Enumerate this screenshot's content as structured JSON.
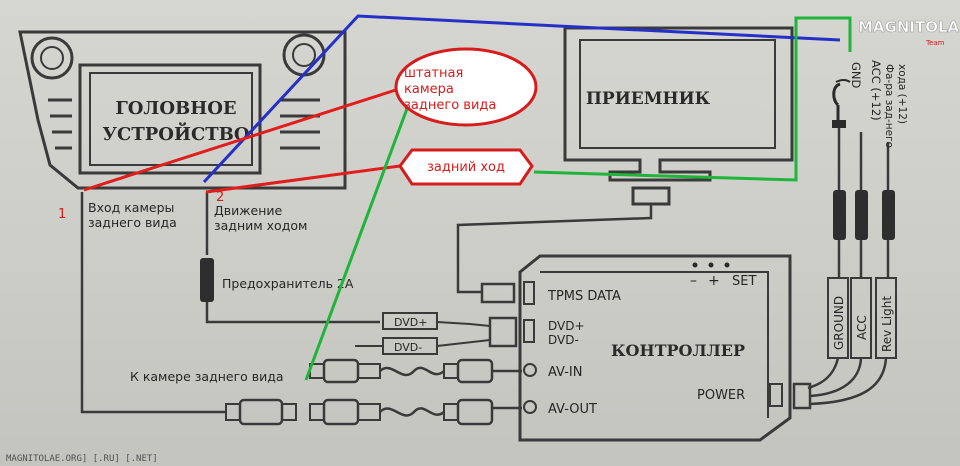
{
  "head_unit": {
    "title_line1": "ГОЛОВНОЕ",
    "title_line2": "УСТРОЙСТВО"
  },
  "receiver": {
    "title": "ПРИЕМНИК"
  },
  "controller": {
    "title": "КОНТРОЛЛЕР",
    "ports": {
      "tpms": "TPMS DATA",
      "dvd_plus": "DVD+",
      "dvd_minus": "DVD-",
      "av_in": "AV-IN",
      "av_out": "AV-OUT",
      "power": "POWER"
    },
    "buttons": {
      "minus": "–",
      "plus": "+",
      "set": "SET"
    }
  },
  "labels": {
    "camera_input_line1": "Вход камеры",
    "camera_input_line2": "заднего вида",
    "reverse_line1": "Движение",
    "reverse_line2": "задним ходом",
    "fuse": "Предохранитель 2А",
    "to_camera": "К камере заднего вида",
    "wire_dvd_plus": "DVD+",
    "wire_dvd_minus": "DVD-",
    "num1": "1",
    "num2": "2"
  },
  "power_wires": {
    "gnd": "GND",
    "acc": "ACC (+12)",
    "rev_line1": "Фа-ра зад-него",
    "rev_line2": "хода (+12)",
    "ground_box": "GROUND",
    "acc_box": "ACC",
    "rev_box": "Rev Light"
  },
  "callouts": {
    "stock_camera_line1": "штатная",
    "stock_camera_line2": "камера",
    "stock_camera_line3": "заднего вида",
    "reverse": "задний ход"
  },
  "logo": {
    "text": "MAGNITOLA",
    "sub": "Team"
  },
  "footer": "MAGNITOLAE.ORG] [.RU] [.NET]",
  "colors": {
    "blue_line": "#2430c8",
    "red_line": "#e01e1e",
    "green_line": "#1fb43a",
    "paper": "#cfcfca",
    "ink": "#2a2a2a"
  }
}
